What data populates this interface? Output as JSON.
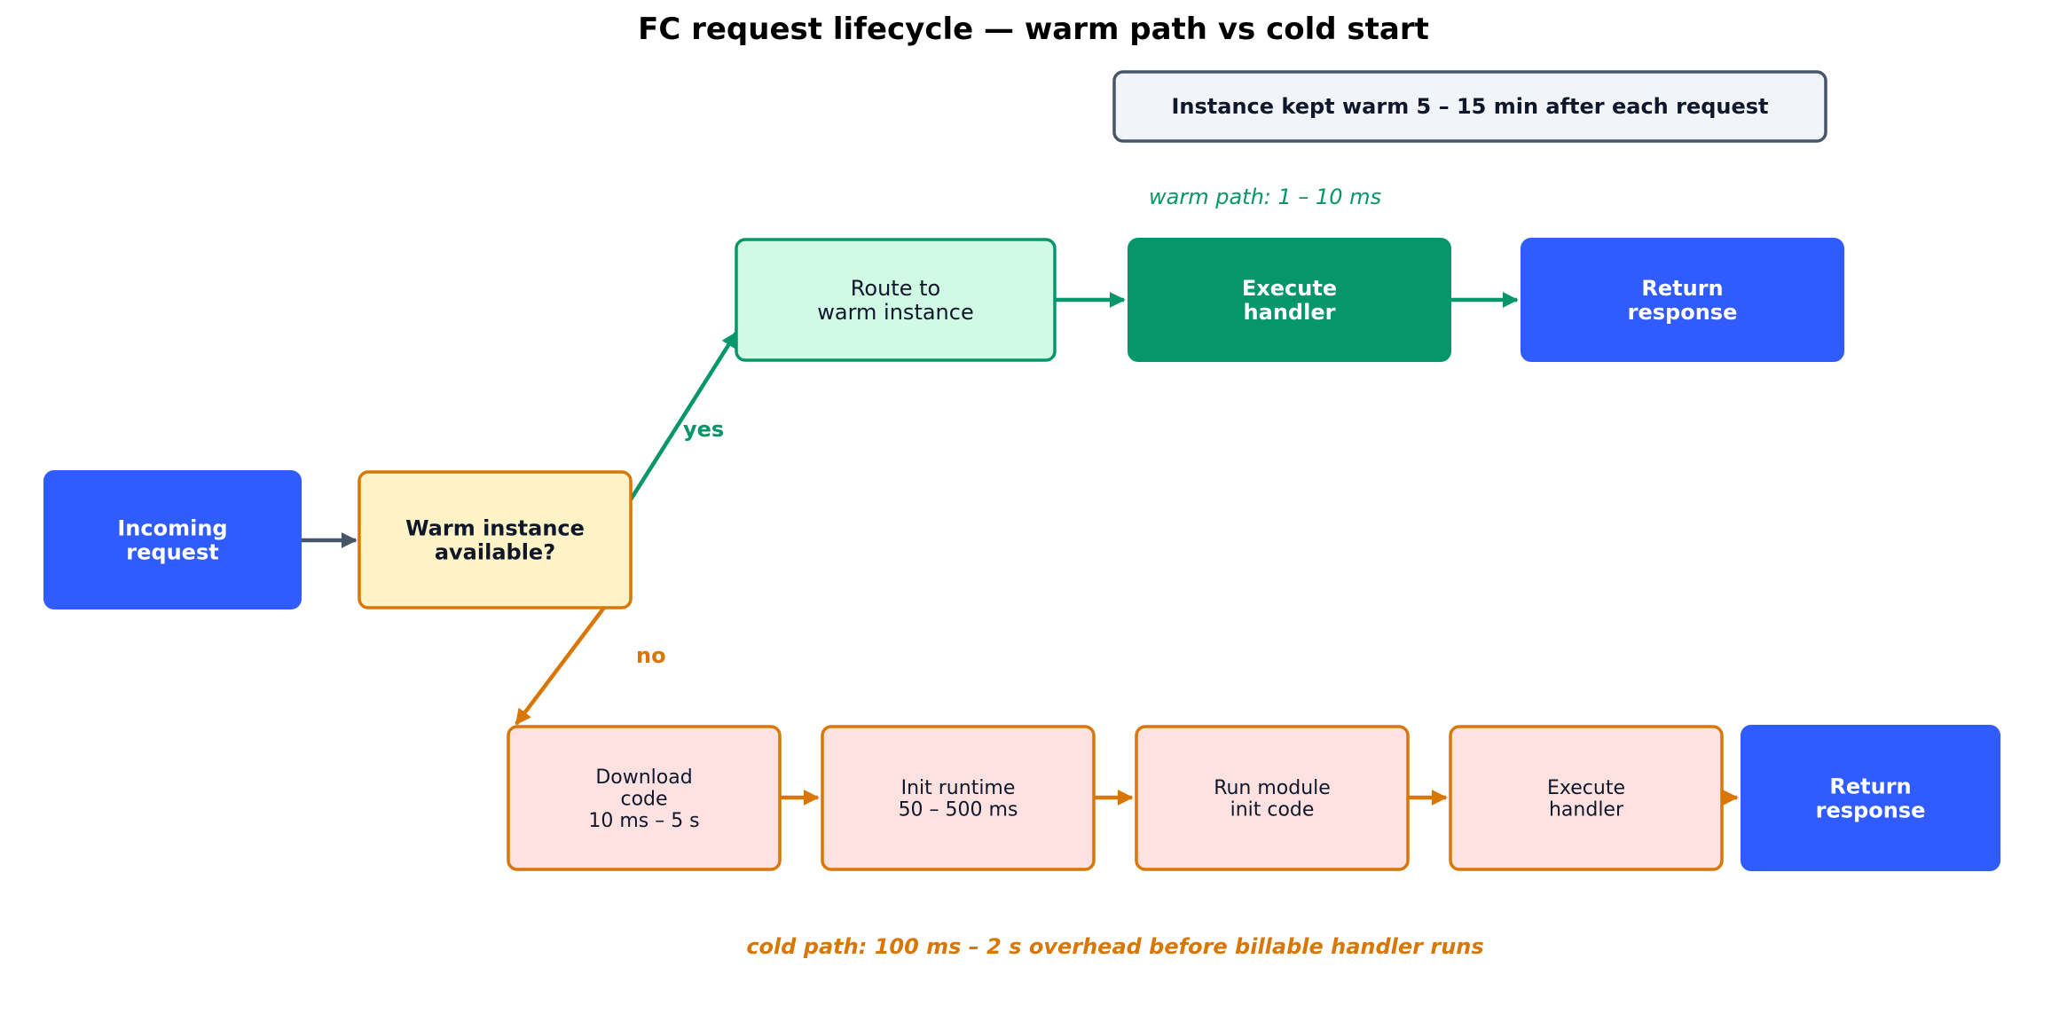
{
  "title": "FC request lifecycle — warm path vs cold start",
  "note": "Instance kept warm 5 – 15 min after each request",
  "nodes": {
    "incoming": {
      "lines": [
        "Incoming",
        "request"
      ]
    },
    "decision": {
      "lines": [
        "Warm instance",
        "available?"
      ]
    },
    "route_warm": {
      "lines": [
        "Route to",
        "warm instance"
      ]
    },
    "exec_warm": {
      "lines": [
        "Execute",
        "handler"
      ]
    },
    "return_warm": {
      "lines": [
        "Return",
        "response"
      ]
    },
    "download": {
      "lines": [
        "Download",
        "code",
        "10 ms – 5 s"
      ]
    },
    "init_runtime": {
      "lines": [
        "Init runtime",
        "50 – 500 ms"
      ]
    },
    "run_module": {
      "lines": [
        "Run module",
        "init code"
      ]
    },
    "exec_cold": {
      "lines": [
        "Execute",
        "handler"
      ]
    },
    "return_cold": {
      "lines": [
        "Return",
        "response"
      ]
    }
  },
  "labels": {
    "yes": "yes",
    "no": "no",
    "warm_path": "warm path: 1 – 10 ms",
    "cold_path": "cold path: 100 ms – 2 s overhead before billable handler runs"
  },
  "colors": {
    "blue": "#2f5bff",
    "green": "#059669",
    "green_light": "#d1fae5",
    "orange": "#d97706",
    "yellow_light": "#fef3c7",
    "pink_light": "#fee2e2",
    "slate": "#475569",
    "note_fill": "#f1f5f9",
    "dark_text": "#0f172a"
  }
}
